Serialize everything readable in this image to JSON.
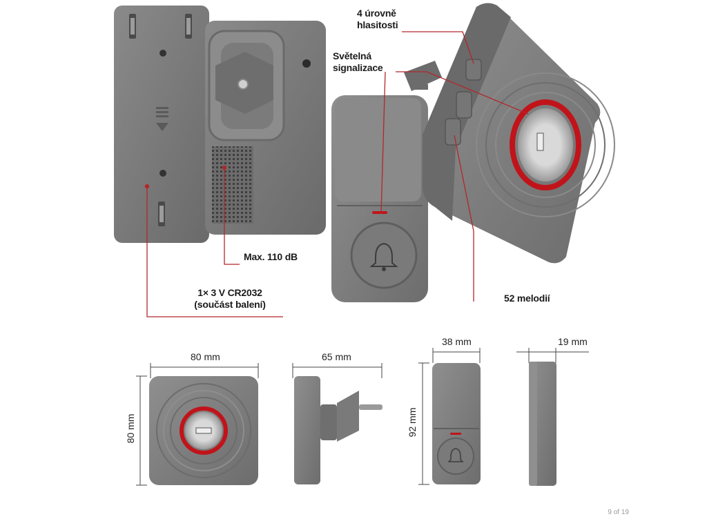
{
  "labels": {
    "volume": [
      "4 úrovně",
      "hlasitosti"
    ],
    "light": [
      "Světelná",
      "signalizace"
    ],
    "max_db": "Max. 110 dB",
    "battery": [
      "1× 3 V CR2032",
      "(součást balení)"
    ],
    "melodies": "52 melodií"
  },
  "dimensions": {
    "receiver_width": "80 mm",
    "receiver_height": "80 mm",
    "plug_depth": "65 mm",
    "button_width": "38 mm",
    "button_height": "92 mm",
    "button_depth": "19 mm"
  },
  "pager": "9 of 19",
  "colors": {
    "device": "#7d7d7d",
    "device_dark": "#5f5f5f",
    "accent_red": "#c0141a",
    "leader": "#b3262b"
  }
}
